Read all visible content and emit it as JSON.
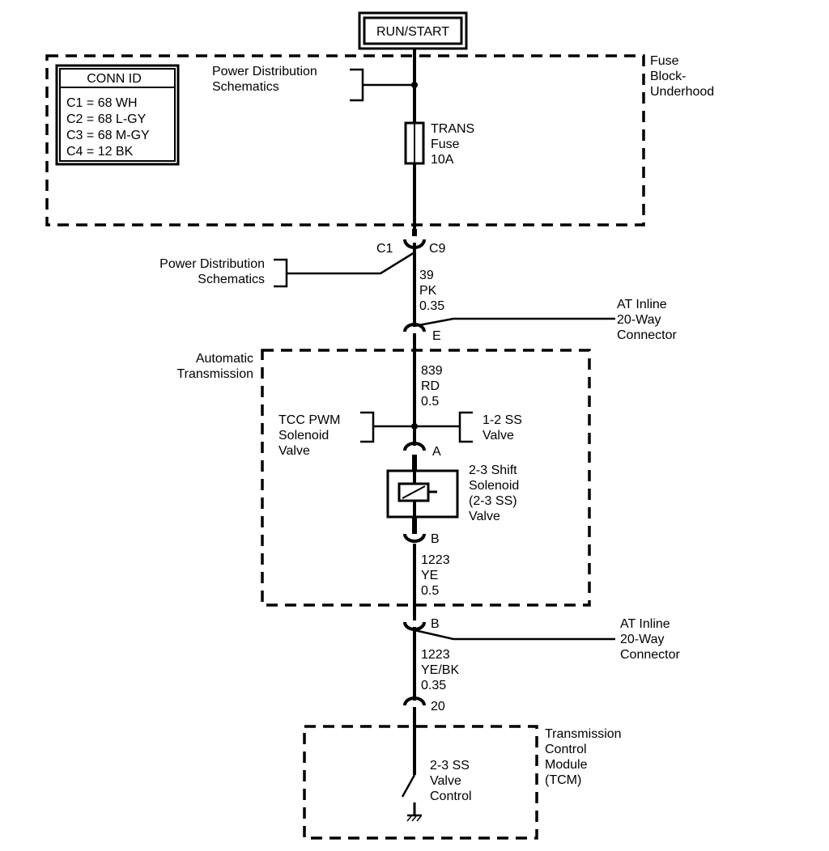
{
  "power_source": "RUN/START",
  "fuse_block": {
    "label": [
      "Fuse",
      "Block-",
      "Underhood"
    ]
  },
  "conn_id": {
    "title": "CONN ID",
    "rows": [
      "C1 = 68 WH",
      "C2 = 68 L-GY",
      "C3 = 68 M-GY",
      "C4 = 12 BK"
    ]
  },
  "power_dist_top": [
    "Power Distribution",
    "Schematics"
  ],
  "fuse": [
    "TRANS",
    "Fuse",
    "10A"
  ],
  "conn_c1": "C1",
  "conn_c9": "C9",
  "power_dist_mid": [
    "Power Distribution",
    "Schematics"
  ],
  "wire1": [
    "39",
    "PK",
    "0.35"
  ],
  "inline_connector_1": {
    "pin": "E",
    "label": [
      "AT Inline",
      "20-Way",
      "Connector"
    ]
  },
  "automatic_transmission": [
    "Automatic",
    "Transmission"
  ],
  "wire2": [
    "839",
    "RD",
    "0.5"
  ],
  "tcc_pwm": [
    "TCC PWM",
    "Solenoid",
    "Valve"
  ],
  "ss_12": [
    "1-2 SS",
    "Valve"
  ],
  "pin_a": "A",
  "shift_solenoid": [
    "2-3 Shift",
    "Solenoid",
    "(2-3 SS)",
    "Valve"
  ],
  "pin_b": "B",
  "wire3": [
    "1223",
    "YE",
    "0.5"
  ],
  "inline_connector_2": {
    "pin": "B",
    "label": [
      "AT Inline",
      "20-Way",
      "Connector"
    ]
  },
  "wire4": [
    "1223",
    "YE/BK",
    "0.35"
  ],
  "pin_20": "20",
  "tcm": [
    "Transmission",
    "Control",
    "Module",
    "(TCM)"
  ],
  "valve_control": [
    "2-3 SS",
    "Valve",
    "Control"
  ]
}
